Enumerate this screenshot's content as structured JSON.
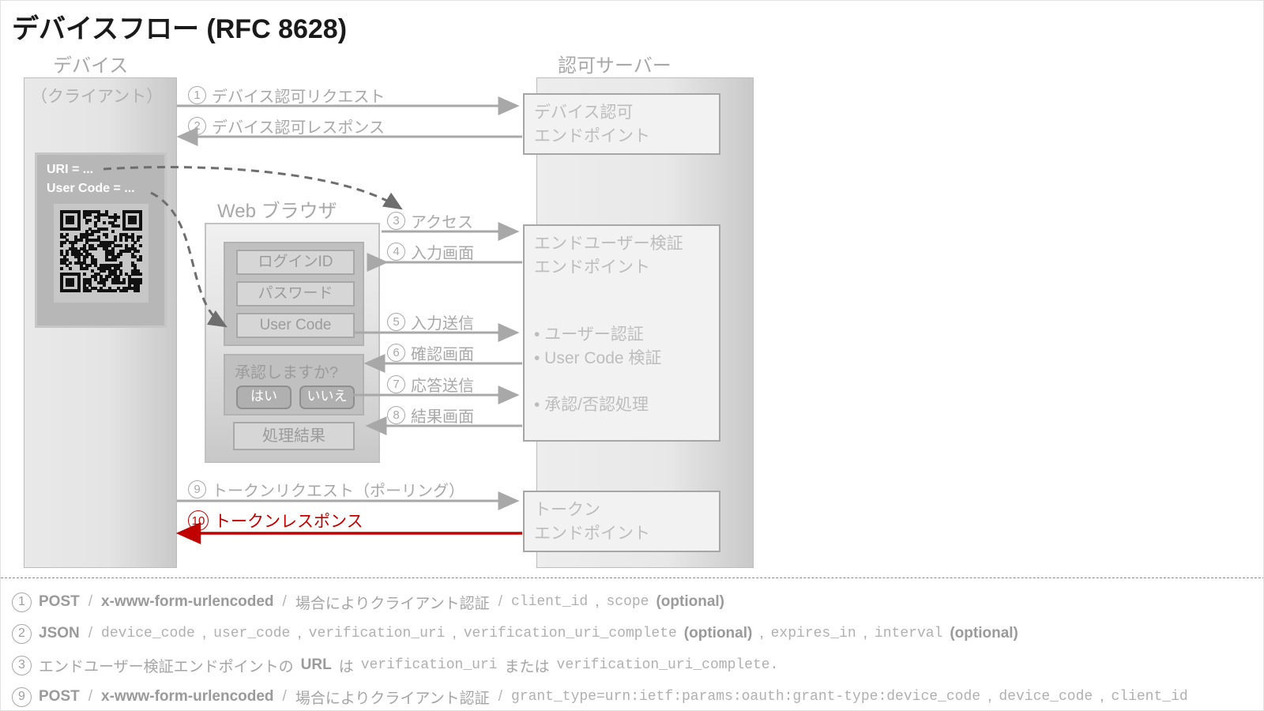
{
  "title": "デバイスフロー (RFC 8628)",
  "lanes": {
    "device": {
      "label": "デバイス",
      "sublabel": "（クライアント）"
    },
    "browser": {
      "label": "Web ブラウザ"
    },
    "server": {
      "label": "認可サーバー"
    }
  },
  "device_panel": {
    "uri_line": "URI = ...",
    "user_code_line": "User Code = ...",
    "qr_icon": "qr-code-icon"
  },
  "browser": {
    "login_id": "ログインID",
    "password": "パスワード",
    "user_code": "User Code",
    "confirm_question": "承認しますか?",
    "yes_button": "はい",
    "no_button": "いいえ",
    "result": "処理結果"
  },
  "endpoints": {
    "device_authorization": "デバイス認可\nエンドポイント",
    "device_authorization_l1": "デバイス認可",
    "device_authorization_l2": "エンドポイント",
    "end_user_verification_l1": "エンドユーザー検証",
    "end_user_verification_l2": "エンドポイント",
    "token_l1": "トークン",
    "token_l2": "エンドポイント",
    "bullets": [
      "• ユーザー認証",
      "• User Code 検証",
      "• 承認/否認処理"
    ]
  },
  "messages": [
    {
      "num": "1",
      "label": "デバイス認可リクエスト",
      "color": "gray"
    },
    {
      "num": "2",
      "label": "デバイス認可レスポンス",
      "color": "gray"
    },
    {
      "num": "3",
      "label": "アクセス",
      "color": "gray"
    },
    {
      "num": "4",
      "label": "入力画面",
      "color": "gray"
    },
    {
      "num": "5",
      "label": "入力送信",
      "color": "gray"
    },
    {
      "num": "6",
      "label": "確認画面",
      "color": "gray"
    },
    {
      "num": "7",
      "label": "応答送信",
      "color": "gray"
    },
    {
      "num": "8",
      "label": "結果画面",
      "color": "gray"
    },
    {
      "num": "9",
      "label": "トークンリクエスト（ポーリング）",
      "color": "gray"
    },
    {
      "num": "10",
      "label": "トークンレスポンス",
      "color": "red"
    }
  ],
  "footnotes": [
    {
      "num": "1",
      "parts": [
        {
          "t": "POST",
          "s": "bold"
        },
        {
          "t": "/",
          "s": "sep"
        },
        {
          "t": "x-www-form-urlencoded",
          "s": "bold"
        },
        {
          "t": "/",
          "s": "sep"
        },
        {
          "t": "場合によりクライアント認証",
          "s": "jp"
        },
        {
          "t": "/",
          "s": "sep"
        },
        {
          "t": "client_id",
          "s": "mono"
        },
        {
          "t": ",",
          "s": "jp"
        },
        {
          "t": "scope",
          "s": "mono"
        },
        {
          "t": "(optional)",
          "s": "bold"
        }
      ]
    },
    {
      "num": "2",
      "parts": [
        {
          "t": "JSON",
          "s": "bold"
        },
        {
          "t": "/",
          "s": "sep"
        },
        {
          "t": "device_code",
          "s": "mono"
        },
        {
          "t": ",",
          "s": "jp"
        },
        {
          "t": "user_code",
          "s": "mono"
        },
        {
          "t": ",",
          "s": "jp"
        },
        {
          "t": "verification_uri",
          "s": "mono"
        },
        {
          "t": ",",
          "s": "jp"
        },
        {
          "t": "verification_uri_complete",
          "s": "mono"
        },
        {
          "t": "(optional)",
          "s": "bold"
        },
        {
          "t": ",",
          "s": "jp"
        },
        {
          "t": "expires_in",
          "s": "mono"
        },
        {
          "t": ",",
          "s": "jp"
        },
        {
          "t": "interval",
          "s": "mono"
        },
        {
          "t": "(optional)",
          "s": "bold"
        }
      ]
    },
    {
      "num": "3",
      "parts": [
        {
          "t": "エンドユーザー検証エンドポイントの",
          "s": "jp"
        },
        {
          "t": "URL",
          "s": "bold"
        },
        {
          "t": "は",
          "s": "jp"
        },
        {
          "t": "verification_uri",
          "s": "mono"
        },
        {
          "t": "または",
          "s": "jp"
        },
        {
          "t": "verification_uri_complete.",
          "s": "mono"
        }
      ]
    },
    {
      "num": "9",
      "parts": [
        {
          "t": "POST",
          "s": "bold"
        },
        {
          "t": "/",
          "s": "sep"
        },
        {
          "t": "x-www-form-urlencoded",
          "s": "bold"
        },
        {
          "t": "/",
          "s": "sep"
        },
        {
          "t": "場合によりクライアント認証",
          "s": "jp"
        },
        {
          "t": "/",
          "s": "sep"
        },
        {
          "t": "grant_type=urn:ietf:params:oauth:grant-type:device_code",
          "s": "mono"
        },
        {
          "t": ",",
          "s": "jp"
        },
        {
          "t": "device_code",
          "s": "mono"
        },
        {
          "t": ",",
          "s": "jp"
        },
        {
          "t": "client_id",
          "s": "mono"
        }
      ]
    }
  ],
  "colors": {
    "accent_red": "#c00000",
    "gray_line": "#a8a8a8",
    "lane_fill": "#e4e4e4",
    "panel_fill": "#b7b7b7"
  }
}
